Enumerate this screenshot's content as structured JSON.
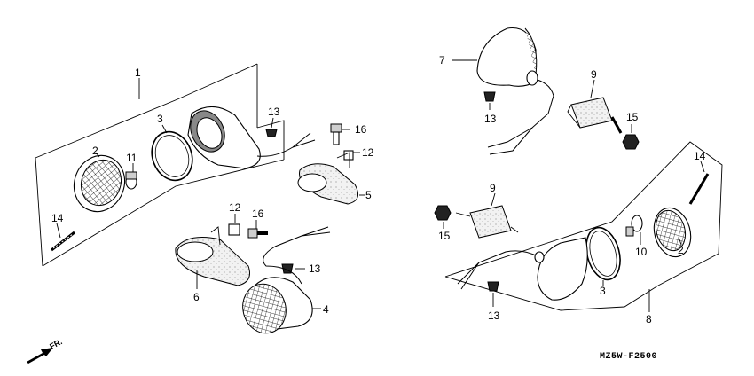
{
  "callouts": [
    {
      "id": "c1",
      "text": "1"
    },
    {
      "id": "c2a",
      "text": "2"
    },
    {
      "id": "c3a",
      "text": "3"
    },
    {
      "id": "c11",
      "text": "11"
    },
    {
      "id": "c14a",
      "text": "14"
    },
    {
      "id": "c13a",
      "text": "13"
    },
    {
      "id": "c16a",
      "text": "16"
    },
    {
      "id": "c12a",
      "text": "12"
    },
    {
      "id": "c5",
      "text": "5"
    },
    {
      "id": "c12b",
      "text": "12"
    },
    {
      "id": "c16b",
      "text": "16"
    },
    {
      "id": "c6",
      "text": "6"
    },
    {
      "id": "c13b",
      "text": "13"
    },
    {
      "id": "c4",
      "text": "4"
    },
    {
      "id": "c7",
      "text": "7"
    },
    {
      "id": "c9a",
      "text": "9"
    },
    {
      "id": "c13c",
      "text": "13"
    },
    {
      "id": "c15a",
      "text": "15"
    },
    {
      "id": "c14b",
      "text": "14"
    },
    {
      "id": "c9b",
      "text": "9"
    },
    {
      "id": "c15b",
      "text": "15"
    },
    {
      "id": "c10",
      "text": "10"
    },
    {
      "id": "c2b",
      "text": "2"
    },
    {
      "id": "c3b",
      "text": "3"
    },
    {
      "id": "c13d",
      "text": "13"
    },
    {
      "id": "c8",
      "text": "8"
    }
  ],
  "diagram_code": "MZ5W-F2500",
  "direction_label": "FR."
}
